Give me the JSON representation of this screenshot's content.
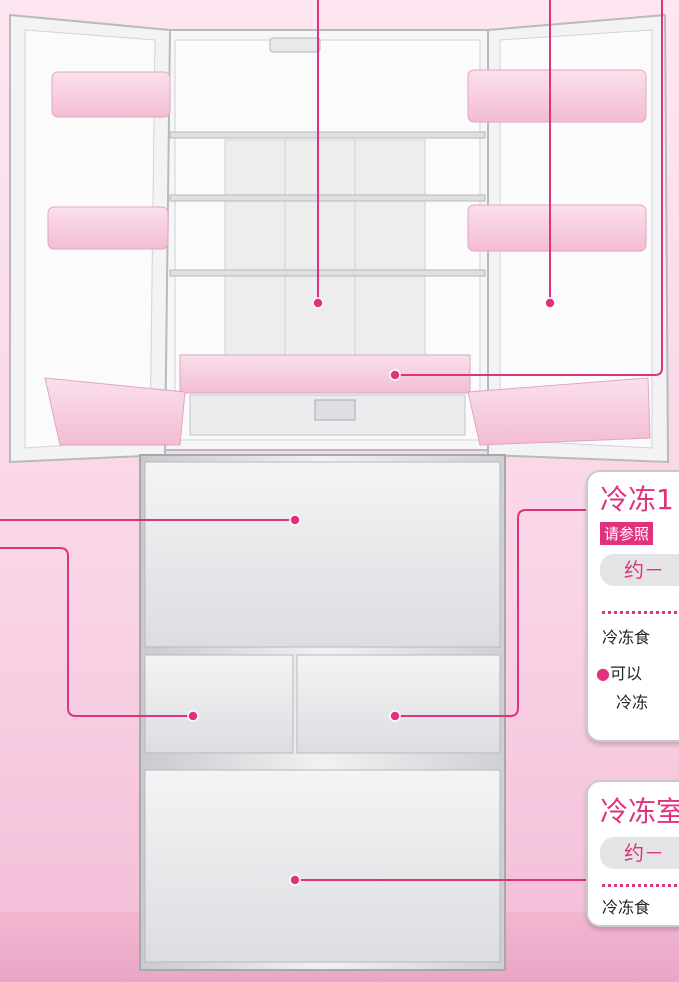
{
  "colors": {
    "accent": "#e0337f",
    "background": "#fde6f1"
  },
  "callouts": {
    "panel1": {
      "title": "冷冻1",
      "tag": "请参照",
      "capacity": "约－",
      "desc": "冷冻食",
      "bullet": "●",
      "bullet_text": "可以",
      "bullet_text2": "冷冻"
    },
    "panel2": {
      "title": "冷冻室",
      "capacity": "约－",
      "desc": "冷冻食"
    }
  }
}
